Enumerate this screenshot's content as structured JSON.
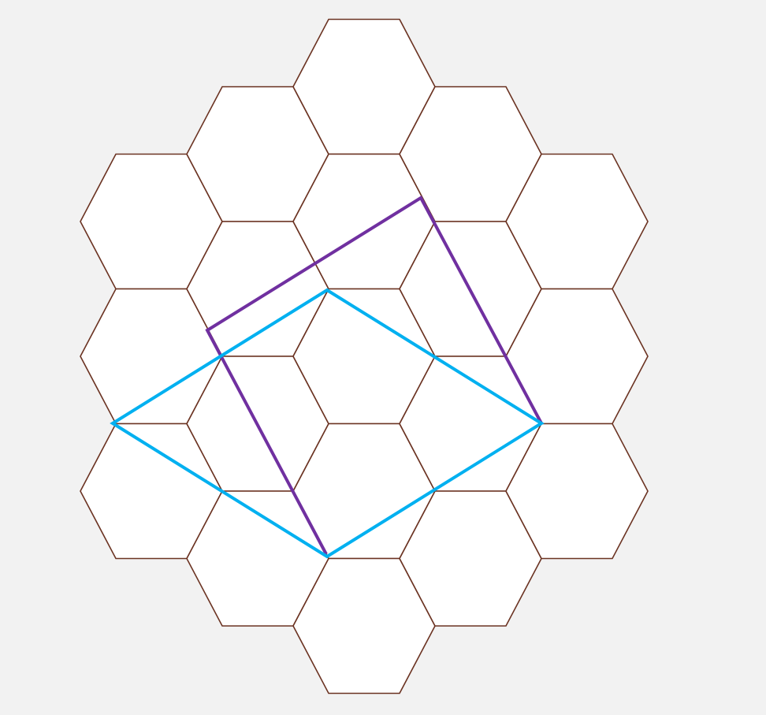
{
  "diagram": {
    "background_color": "#f2f2f2",
    "hex_fill": "#ffffff",
    "hex_stroke": "#6b3322",
    "hexagon_count": 19,
    "shapes": [
      {
        "name": "purple-quadrilateral",
        "color": "#7030a0"
      },
      {
        "name": "blue-rhombus",
        "color": "#00b0f0"
      }
    ]
  }
}
